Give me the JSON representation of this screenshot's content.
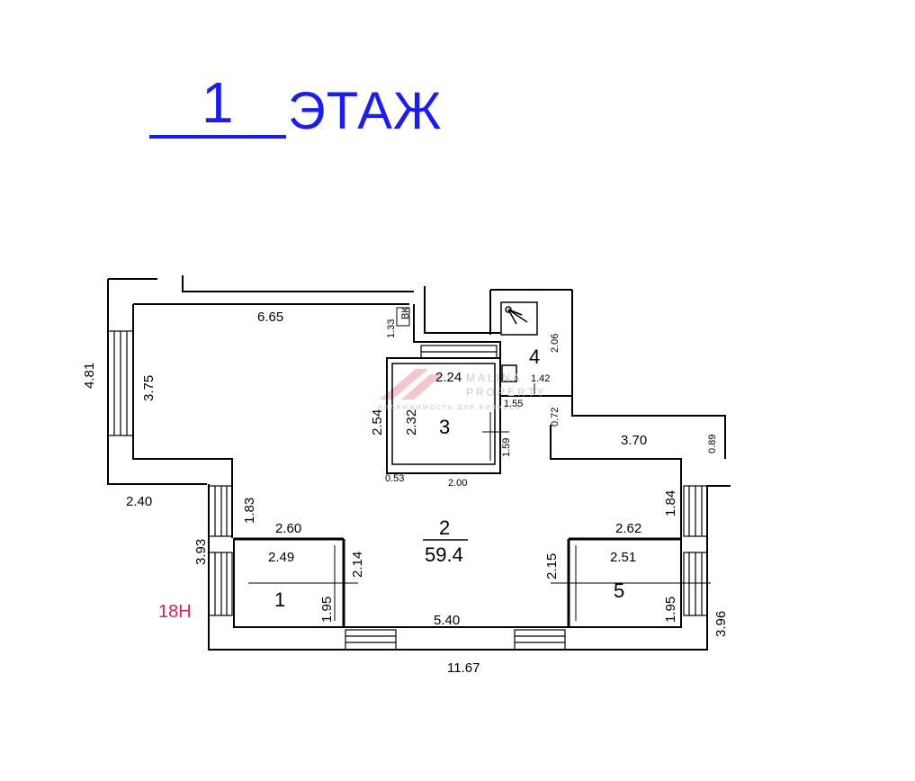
{
  "heading": {
    "number": "1",
    "word": "ЭТАЖ"
  },
  "unit_label": "18Н",
  "watermark": {
    "line1": "MALINA",
    "line2": "PROPERTY",
    "line3": "НЕДВИЖИМОСТЬ ДЛЯ БИЗНЕСА"
  },
  "rooms": {
    "r1": "1",
    "r2": "2",
    "r2_area": "59.4",
    "r3": "3",
    "r4": "4",
    "r5": "5"
  },
  "wc_label": "ВК",
  "dims": {
    "d_665": "6.65",
    "d_481": "4.81",
    "d_375": "3.75",
    "d_240": "2.40",
    "d_183": "1.83",
    "d_393": "3.93",
    "d_260": "2.60",
    "d_249": "2.49",
    "d_214": "2.14",
    "d_195_left": "1.95",
    "d_540": "5.40",
    "d_1167": "11.67",
    "d_133": "1.33",
    "d_224": "2.24",
    "d_254": "2.54",
    "d_232": "2.32",
    "d_159": "1.59",
    "d_053": "0.53",
    "d_200": "2.00",
    "d_206": "2.06",
    "d_142": "1.42",
    "d_155": "1.55",
    "d_072": "0.72",
    "d_370": "3.70",
    "d_089": "0.89",
    "d_184": "1.84",
    "d_262": "2.62",
    "d_215": "2.15",
    "d_251": "2.51",
    "d_195_right": "1.95",
    "d_396": "3.96"
  }
}
